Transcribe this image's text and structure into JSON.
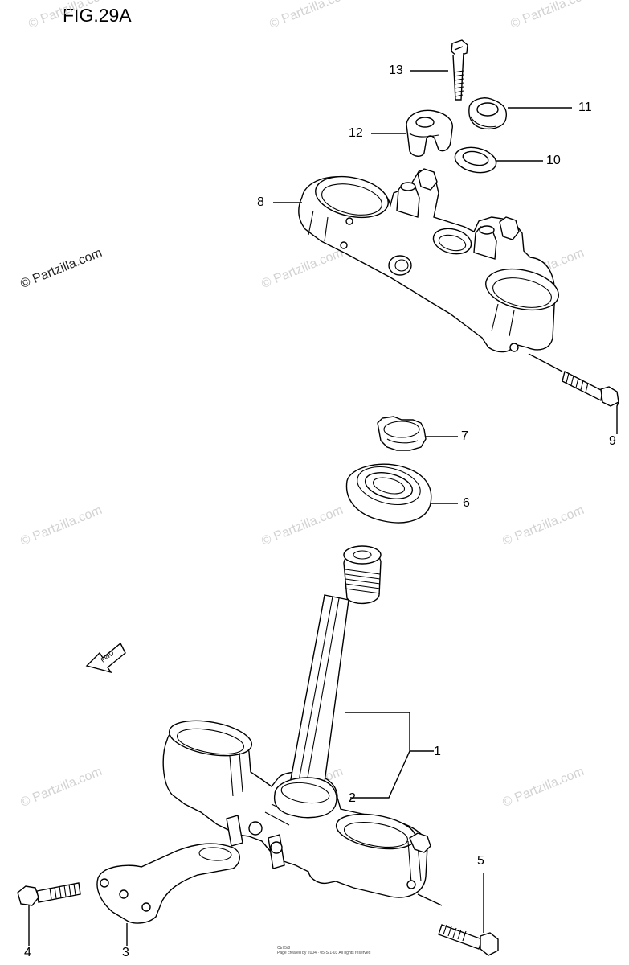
{
  "figure": {
    "title": "FIG.29A"
  },
  "watermark": {
    "text": "© Partzilla.com"
  },
  "callouts": [
    "1",
    "2",
    "3",
    "4",
    "5",
    "6",
    "7",
    "8",
    "9",
    "10",
    "11",
    "12",
    "13"
  ],
  "fwd_label": "FWD",
  "footer": {
    "line1": "Ctrl 5/8",
    "line2": "Page created by 2004 · 05-S 1-03 All rights reserved"
  }
}
